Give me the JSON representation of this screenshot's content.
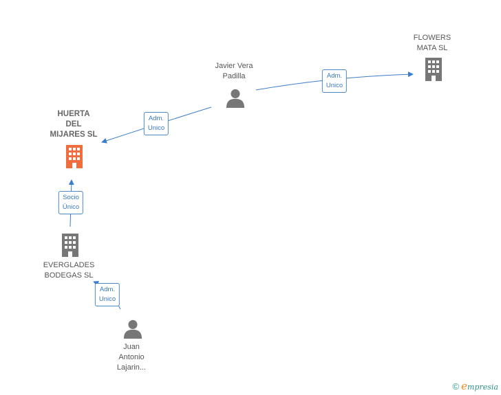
{
  "colors": {
    "edge": "#3a7dcc",
    "company_icon": "#777777",
    "company_icon_highlight": "#f26d3d",
    "person_icon": "#777777"
  },
  "nodes": {
    "javier": {
      "type": "person",
      "lines": [
        "Javier Vera",
        "Padilla"
      ]
    },
    "flowers": {
      "type": "company",
      "lines": [
        "FLOWERS",
        "MATA  SL"
      ]
    },
    "huerta": {
      "type": "company",
      "highlight": true,
      "lines": [
        "HUERTA",
        "DEL",
        "MIJARES  SL"
      ]
    },
    "everglades": {
      "type": "company",
      "lines": [
        "EVERGLADES",
        "BODEGAS  SL"
      ]
    },
    "juan": {
      "type": "person",
      "lines": [
        "Juan",
        "Antonio",
        "Lajarin..."
      ]
    }
  },
  "edges": [
    {
      "id": "javier-flowers",
      "from": "javier",
      "to": "flowers",
      "label": [
        "Adm.",
        "Unico"
      ]
    },
    {
      "id": "javier-huerta",
      "from": "javier",
      "to": "huerta",
      "label": [
        "Adm.",
        "Unico"
      ]
    },
    {
      "id": "everglades-huerta",
      "from": "everglades",
      "to": "huerta",
      "label": [
        "Socio",
        "Único"
      ]
    },
    {
      "id": "juan-everglades",
      "from": "juan",
      "to": "everglades",
      "label": [
        "Adm.",
        "Unico"
      ]
    }
  ],
  "footer": {
    "copyright": "©",
    "brand_initial": "e",
    "brand_rest": "mpresia"
  }
}
